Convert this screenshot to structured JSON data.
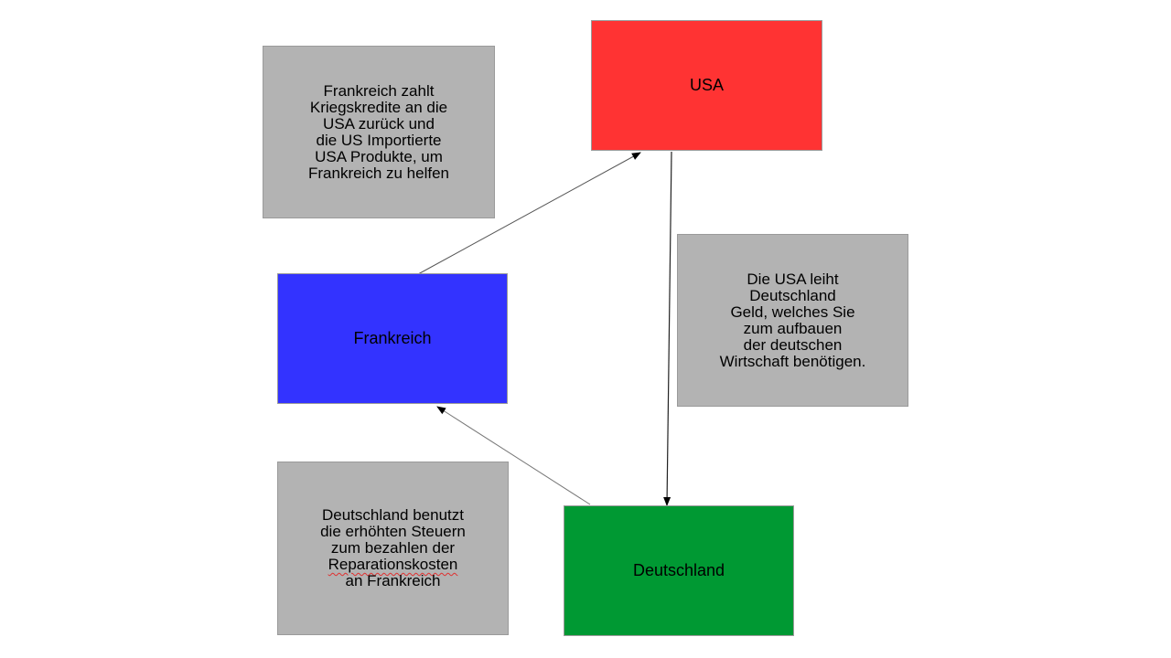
{
  "nodes": {
    "usa": {
      "label": "USA",
      "color": "#ff3333"
    },
    "frankreich": {
      "label": "Frankreich",
      "color": "#3333ff"
    },
    "deutschland": {
      "label": "Deutschland",
      "color": "#009933"
    }
  },
  "notes": {
    "france_to_usa": {
      "text": "Frankreich zahlt\nKriegskredite an die\nUSA zurück und\ndie US Importierte\nUSA Produkte, um\nFrankreich zu helfen"
    },
    "usa_to_germany": {
      "text": "Die USA leiht\nDeutschland\nGeld, welches Sie\nzum aufbauen\nder deutschen\nWirtschaft benötigen."
    },
    "germany_to_france": {
      "line1": "Deutschland benutzt",
      "line2": "die erhöhten Steuern",
      "line3": "zum bezahlen der",
      "line4": "Reparationskosten",
      "line5": "an Frankreich"
    }
  },
  "note_color": "#b3b3b3"
}
